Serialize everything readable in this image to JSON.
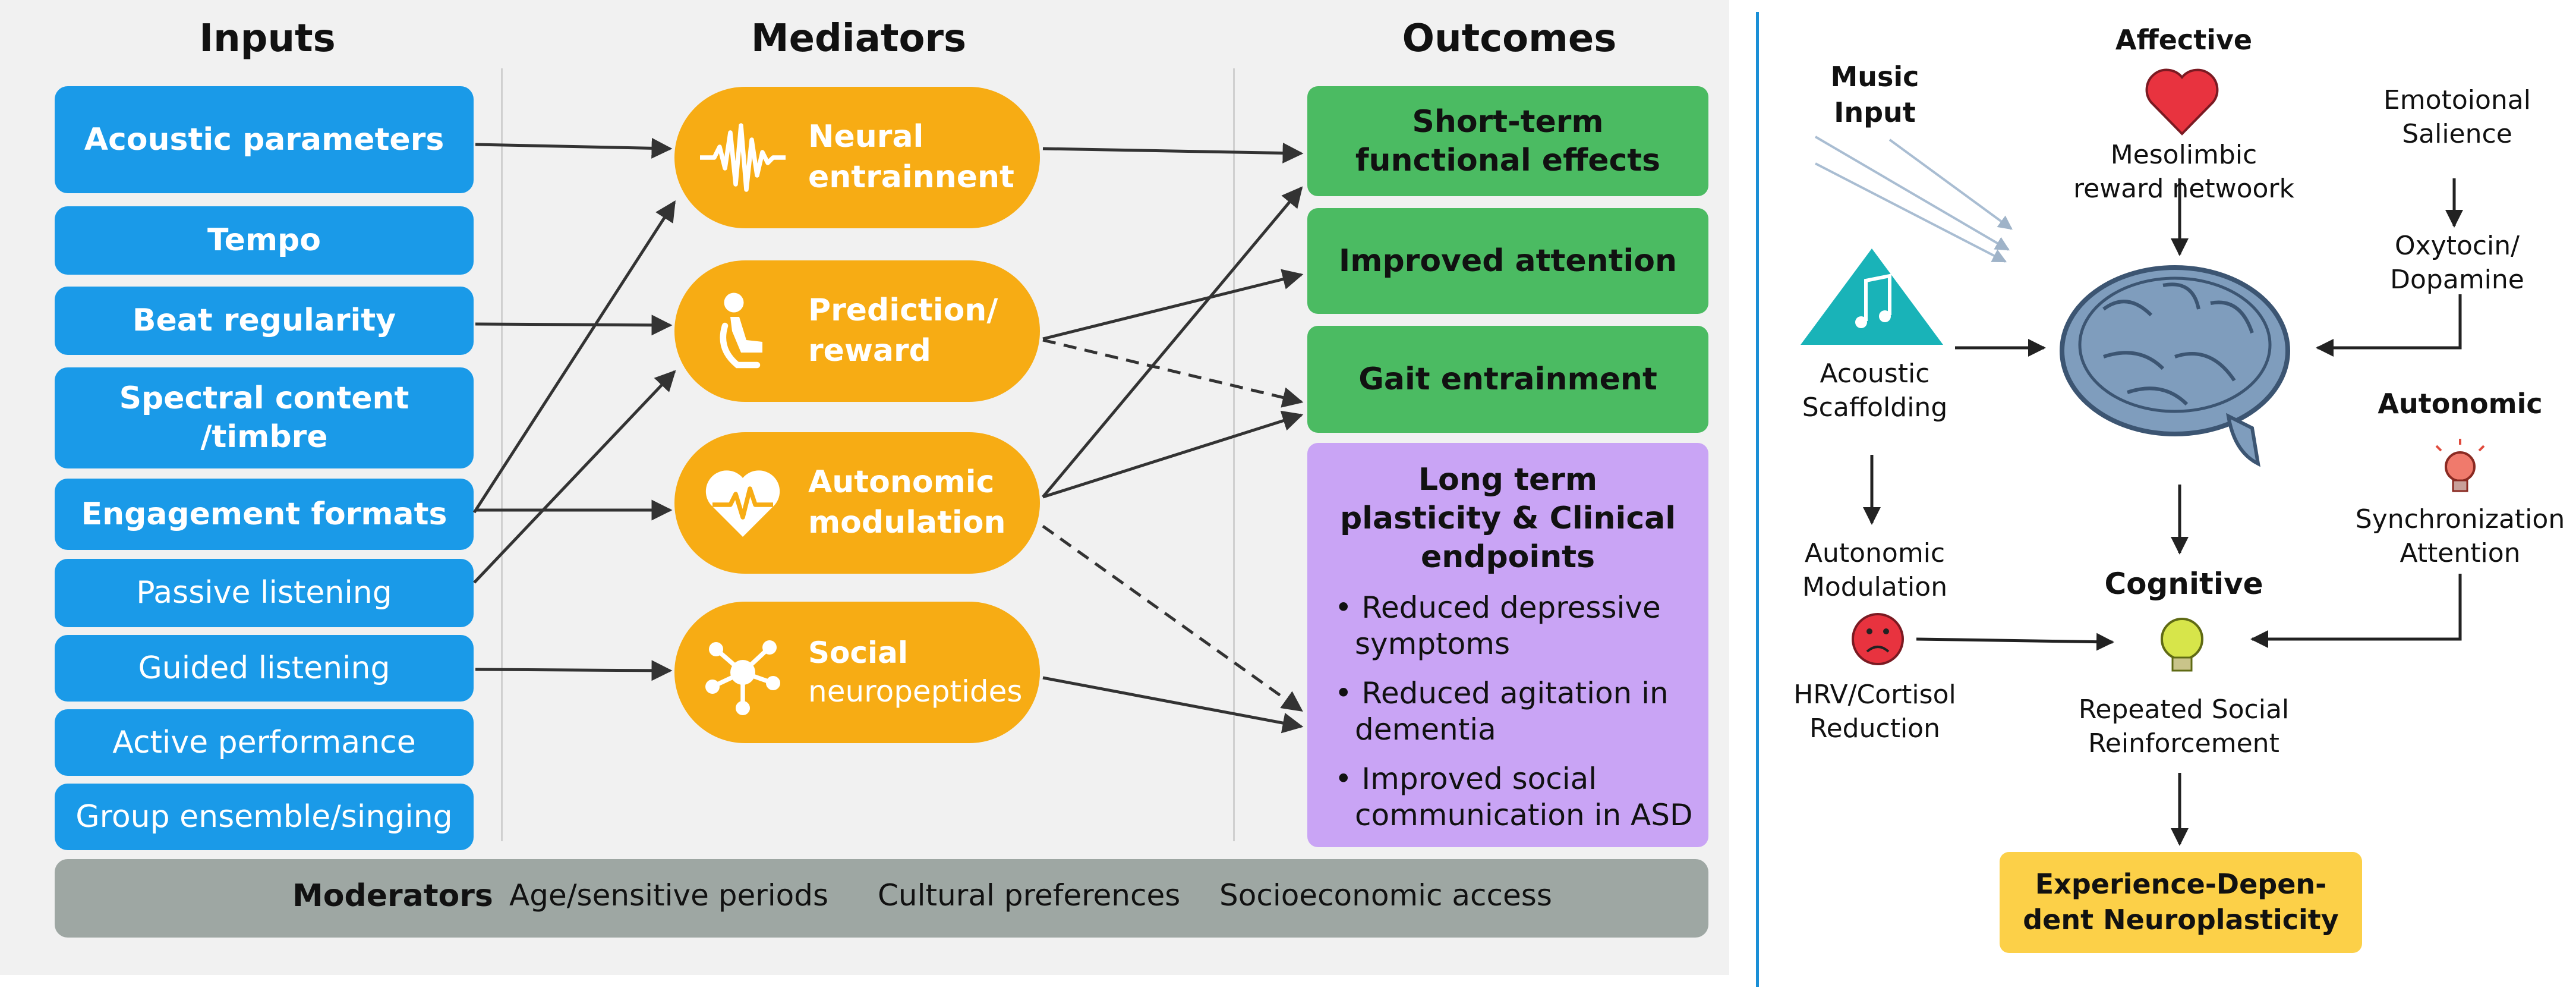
{
  "left": {
    "headers": {
      "inputs": "Inputs",
      "mediators": "Mediators",
      "outcomes": "Outcomes"
    },
    "inputs": [
      "Acoustic parameters",
      "Tempo",
      "Beat regularity",
      "Spectral content /timbre",
      "Engagement formats",
      "Passive listening",
      "Guided listening",
      "Active performance",
      "Group ensemble/singing"
    ],
    "mediators": [
      {
        "label1": "Neural",
        "label2": "entrainnent",
        "icon": "waveform-icon"
      },
      {
        "label1": "Prediction/",
        "label2": "reward",
        "icon": "person-reward-icon"
      },
      {
        "label1": "Autonomic",
        "label2": "modulation",
        "icon": "heart-pulse-icon"
      },
      {
        "label1": "Social",
        "label2": "neuropeptides",
        "icon": "molecule-icon"
      }
    ],
    "outcomes": [
      "Short-term functional effects",
      "Improved attention",
      "Gait entrainment"
    ],
    "long_term": {
      "title": "Long term plasticity & Clinical endpoints",
      "bullets": [
        "Reduced depressive symptoms",
        "Reduced agitation in dementia",
        "Improved social communication in ASD"
      ]
    },
    "moderators": {
      "label": "Moderators",
      "items": [
        "Age/sensitive periods",
        "Cultural preferences",
        "Socioeconomic access"
      ]
    }
  },
  "right": {
    "music_input": "Music Input",
    "affective": "Affective",
    "mesolimbic": "Mesolimbic reward netwoork",
    "emotional_salience": "Emotoional Salience",
    "oxytocin": "Oxytocin/ Dopamine",
    "acoustic_scaffolding": "Acoustic Scaffolding",
    "autonomic_head": "Autonomic",
    "sync_attention": "Synchronization Attention",
    "autonomic_modulation": "Autonomic Modulation",
    "hrv": "HRV/Cortisol Reduction",
    "cognitive": "Cognitive",
    "repeated_social": "Repeated Social Reinforcement",
    "experience": "Experience-Depen- dent Neuroplasticity"
  },
  "colors": {
    "input_blue": "#1a9ae8",
    "mediator_orange": "#f7ac14",
    "outcome_green": "#4bbb62",
    "longterm_purple": "#c9a4f5",
    "moderator_gray": "#9ea7a3",
    "exp_yellow": "#fcd048",
    "separator_blue": "#1a8fd6"
  }
}
